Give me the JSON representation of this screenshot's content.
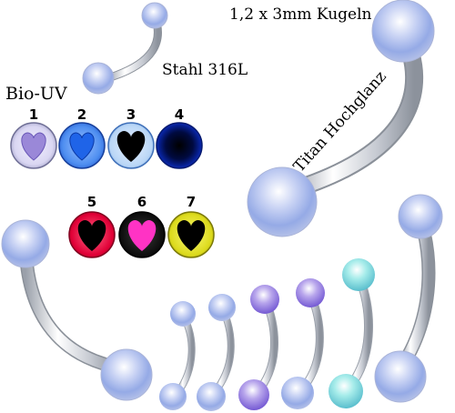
{
  "texts": {
    "ball_size": "1,2 x 3mm Kugeln",
    "steel": "Stahl 316L",
    "bio_uv": "Bio-UV",
    "titan": "Titan Hochglanz"
  },
  "numbers": [
    "1",
    "2",
    "3",
    "4",
    "5",
    "6",
    "7"
  ],
  "colors": {
    "bg": "#ffffff",
    "bar": "#c9ccd4",
    "ball_blue": "#9fb4ea",
    "heart_1": "#9a88d8",
    "heart_2": "#1f64e8",
    "heart_3": "#000000",
    "ball_3": "#6aa9ea",
    "ball_4": "#0a1f9e",
    "ball_5": "#e0003a",
    "ball_6": "#111111",
    "heart_6": "#ff33c4",
    "ball_7": "#d7d61a"
  }
}
